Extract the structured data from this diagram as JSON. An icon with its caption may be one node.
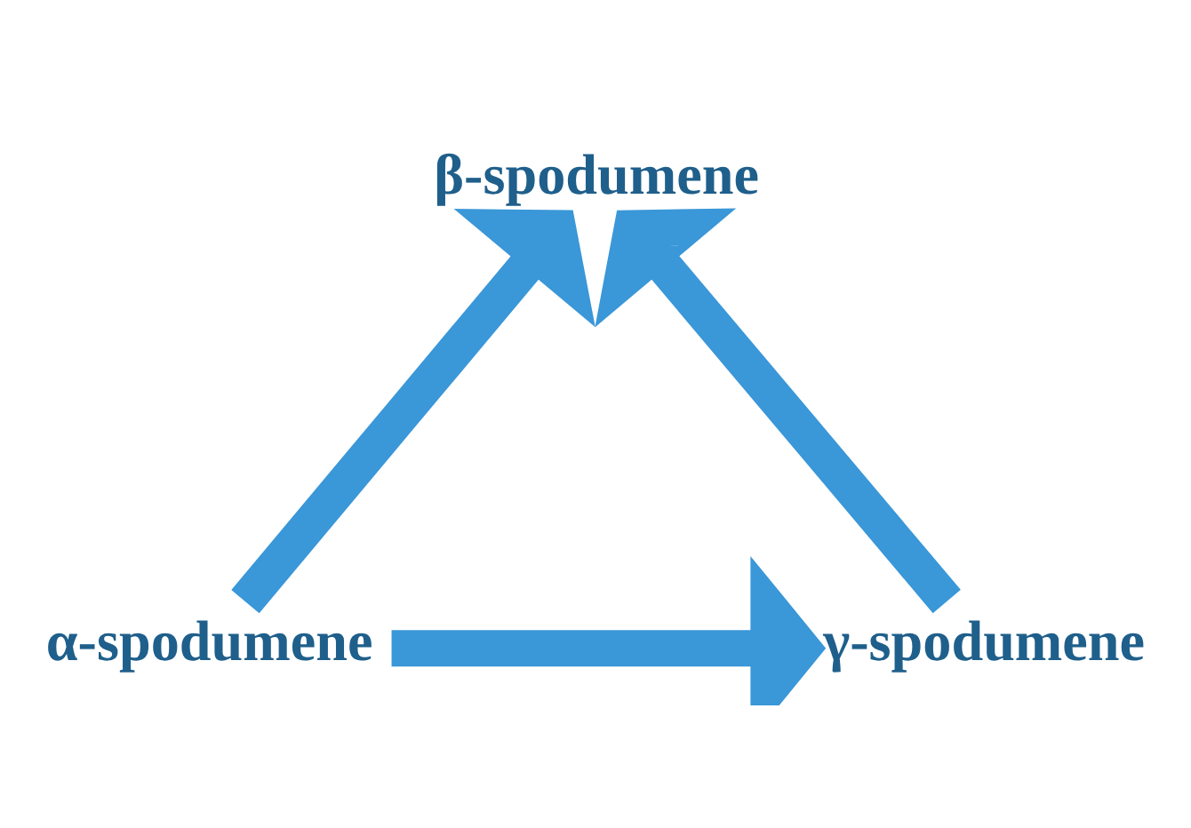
{
  "diagram": {
    "nodes": [
      {
        "text": [
          "β-spodumene"
        ]
      },
      {
        "text": [
          "α-spodumene"
        ]
      },
      {
        "text": [
          "γ-spodumene"
        ]
      }
    ],
    "edges": [
      {
        "from": 1,
        "to": 0,
        "arrow": "to"
      },
      {
        "from": 1,
        "to": 2,
        "arrow": "to"
      },
      {
        "from": 2,
        "to": 0,
        "arrow": "to"
      }
    ]
  }
}
